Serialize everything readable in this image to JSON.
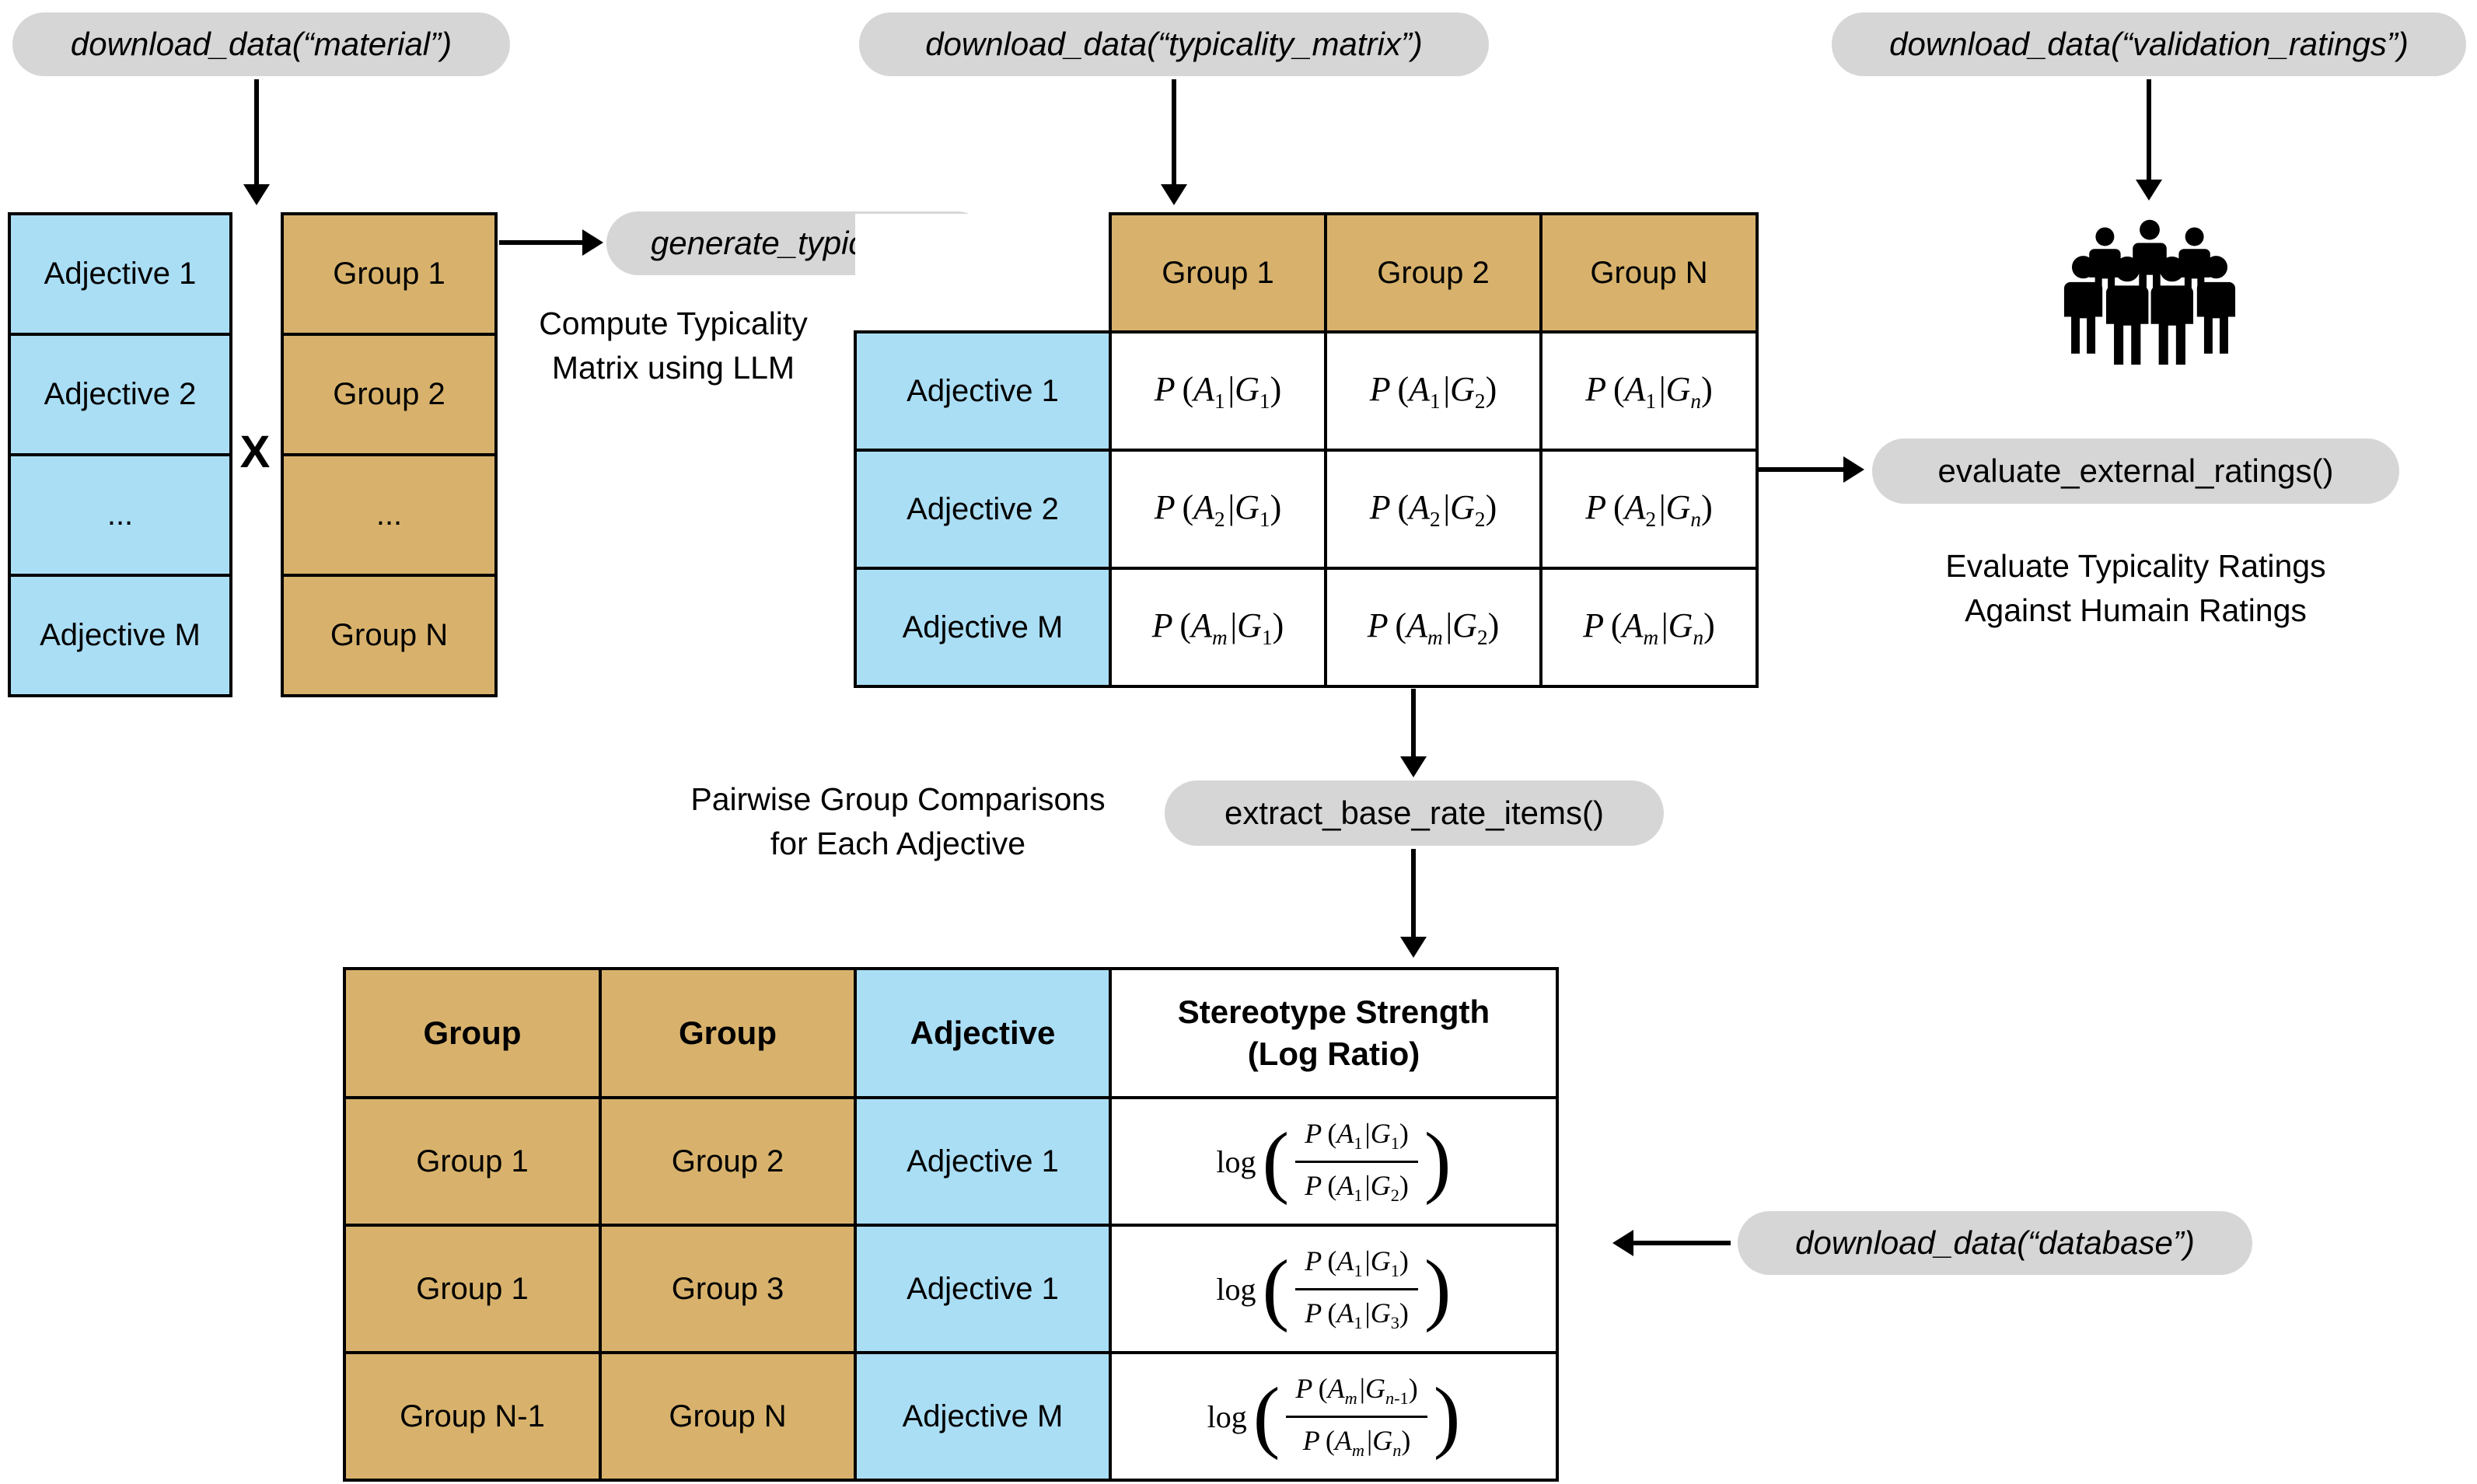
{
  "colors": {
    "blue": "#aadef5",
    "tan": "#d8b26c",
    "pill_gray": "#d6d6d6",
    "ink": "#000000"
  },
  "pills": {
    "material": "download_data(“material”)",
    "typicality_matrix": "download_data(“typicality_matrix”)",
    "validation_ratings": "download_data(“validation_ratings”)",
    "generate_typicality": "generate_typicality()",
    "evaluate_external_ratings": "evaluate_external_ratings()",
    "extract_base_rate_items": "extract_base_rate_items()",
    "database": "download_data(“database”)"
  },
  "labels": {
    "cross": "X",
    "log": "log",
    "compute_typicality": [
      "Compute Typicality",
      "Matrix using LLM"
    ],
    "pairwise": [
      "Pairwise Group Comparisons",
      "for Each Adjective"
    ],
    "evaluate": [
      "Evaluate Typicality Ratings",
      "Against Humain Ratings"
    ]
  },
  "adjective_list": [
    "Adjective 1",
    "Adjective 2",
    "...",
    "Adjective M"
  ],
  "group_list": [
    "Group 1",
    "Group 2",
    "...",
    "Group N"
  ],
  "matrix": {
    "col_headers": [
      "Group 1",
      "Group 2",
      "Group N"
    ],
    "row_headers": [
      "Adjective 1",
      "Adjective 2",
      "Adjective M"
    ],
    "cells": [
      [
        "P(A_1|G_1)",
        "P(A_1|G_2)",
        "P(A_1|G_n)"
      ],
      [
        "P(A_2|G_1)",
        "P(A_2|G_2)",
        "P(A_2|G_n)"
      ],
      [
        "P(A_m|G_1)",
        "P(A_m|G_2)",
        "P(A_m|G_n)"
      ]
    ]
  },
  "base_rate_table": {
    "headers_group": [
      "Group",
      "Group"
    ],
    "header_adjective": "Adjective",
    "header_stereotype": [
      "Stereotype Strength",
      "(Log Ratio)"
    ],
    "rows": [
      {
        "group_a": "Group 1",
        "group_b": "Group 2",
        "adjective": "Adjective 1",
        "ratio": {
          "num": "P(A_1|G_1)",
          "den": "P(A_1|G_2)"
        }
      },
      {
        "group_a": "Group 1",
        "group_b": "Group 3",
        "adjective": "Adjective 1",
        "ratio": {
          "num": "P(A_1|G_1)",
          "den": "P(A_1|G_3)"
        }
      },
      {
        "group_a": "Group N-1",
        "group_b": "Group N",
        "adjective": "Adjective M",
        "ratio": {
          "num": "P(A_m|G_{n-1})",
          "den": "P(A_m|G_n)"
        }
      }
    ]
  }
}
